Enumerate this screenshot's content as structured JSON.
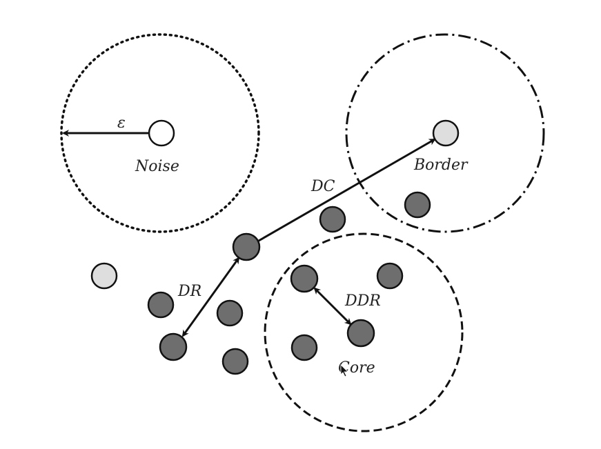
{
  "labels": {
    "epsilon": "ε",
    "noise": "Noise",
    "border": "Border",
    "core": "Core",
    "dc": "DC",
    "dr": "DR",
    "ddr": "DDR"
  },
  "colors": {
    "dark_point": "#6e6e6e",
    "light_point": "#dedede",
    "outline": "#111111"
  }
}
